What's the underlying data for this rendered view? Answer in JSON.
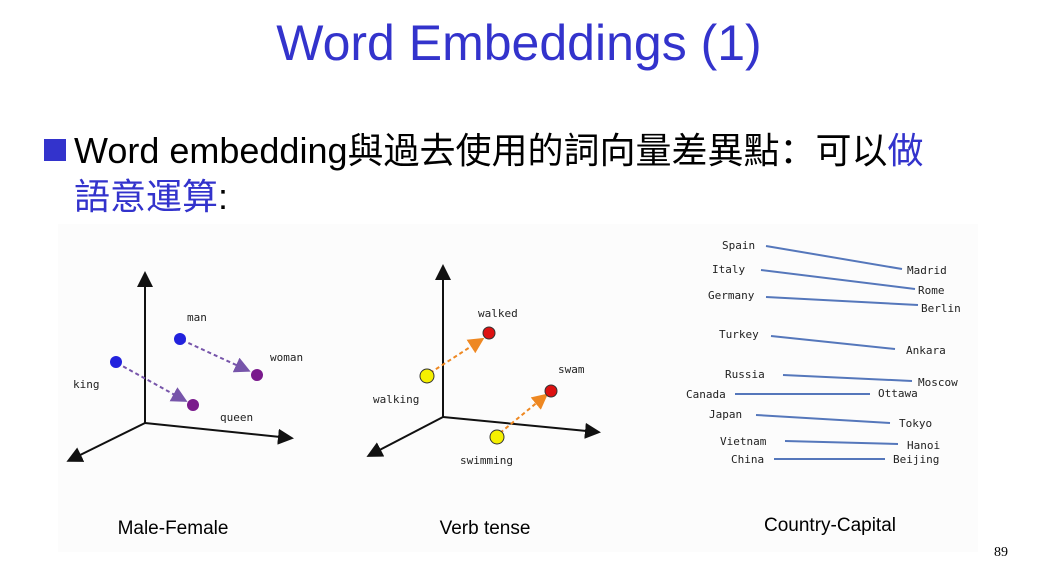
{
  "title": "Word Embeddings (1)",
  "bullet": {
    "line1_prefix": "Word embedding與過去使用的詞向量差異點：可以",
    "line1_highlight": "做",
    "line2_highlight": "語意運算",
    "line2_suffix": ":"
  },
  "panels": {
    "male_female": {
      "caption": "Male-Female",
      "words": {
        "man": "man",
        "woman": "woman",
        "king": "king",
        "queen": "queen"
      }
    },
    "verb_tense": {
      "caption": "Verb tense",
      "words": {
        "walked": "walked",
        "walking": "walking",
        "swam": "swam",
        "swimming": "swimming"
      }
    },
    "country_capital": {
      "caption": "Country-Capital",
      "pairs": [
        {
          "country": "Spain",
          "capital": "Madrid"
        },
        {
          "country": "Italy",
          "capital": "Rome"
        },
        {
          "country": "Germany",
          "capital": "Berlin"
        },
        {
          "country": "Turkey",
          "capital": "Ankara"
        },
        {
          "country": "Russia",
          "capital": "Moscow"
        },
        {
          "country": "Canada",
          "capital": "Ottawa"
        },
        {
          "country": "Japan",
          "capital": "Tokyo"
        },
        {
          "country": "Vietnam",
          "capital": "Hanoi"
        },
        {
          "country": "China",
          "capital": "Beijing"
        }
      ]
    }
  },
  "colors": {
    "accent": "#3333cc",
    "blue_dot": "#2222dd",
    "purple_dot": "#7a1a8c",
    "red_dot": "#dd1111",
    "yellow_dot": "#f5f000",
    "arrow_purple": "#7755aa",
    "arrow_orange": "#ee8822",
    "line_blue": "#5577bb"
  },
  "page_number": "89"
}
